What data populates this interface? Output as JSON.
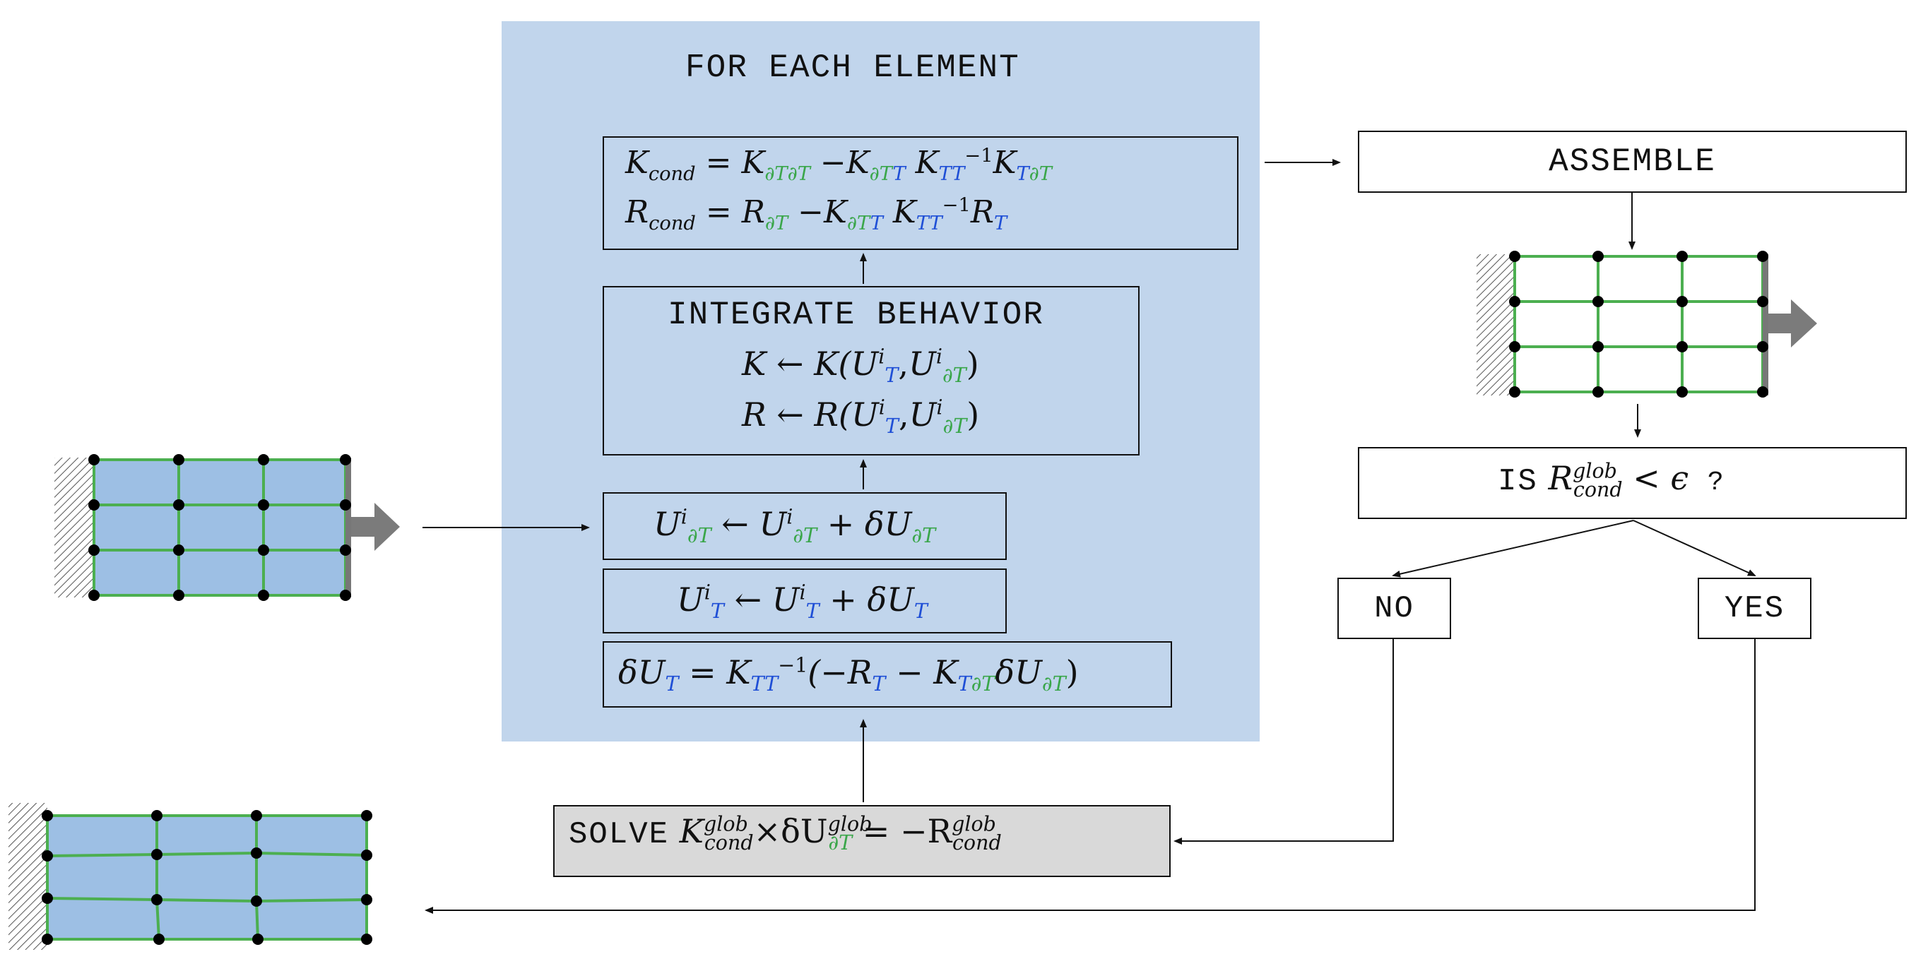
{
  "colors": {
    "panel": "#c1d5ec",
    "mesh_fill": "#9dbfe4",
    "mesh_line": "#4caf50",
    "blue_index": "#1f4fd6",
    "green_index": "#3aa64a",
    "solve_box": "#d9d9d9"
  },
  "panel": {
    "title": "FOR EACH ELEMENT"
  },
  "condense": {
    "K_lhs": "K",
    "K_lhs_sub": "cond",
    "eq": "=",
    "K1": "K",
    "K1_sub": "∂T∂T",
    "minus": "−",
    "K2": "K",
    "K2_sub_a": "∂T",
    "K2_sub_b": "T",
    "K3": "K",
    "K3_sub": "TT",
    "K3_sup": "−1",
    "K4": "K",
    "K4_sub_a": "T",
    "K4_sub_b": "∂T",
    "R_lhs": "R",
    "R_lhs_sub": "cond",
    "R1": "R",
    "R1_sub": "∂T",
    "R2": "R",
    "R2_sub": "T"
  },
  "integrate": {
    "title": "INTEGRATE BEHAVIOR",
    "line1_lhs": "K ← K(",
    "line2_lhs": "R ← R(",
    "U": "U",
    "sup_i": "i",
    "sub_T": "T",
    "sub_dT": "∂T",
    "comma": ",",
    "close": ")"
  },
  "update_dT": {
    "lhs": "U",
    "arrow": "← ",
    "plus": " + δU",
    "sub": "∂T",
    "sup": "i"
  },
  "update_T": {
    "lhs": "U",
    "arrow": "← ",
    "plus": " + δU",
    "sub": "T",
    "sup": "i"
  },
  "delta": {
    "lhs": "δU",
    "lhs_sub": "T",
    "eq": " = ",
    "K": "K",
    "K_sub": "TT",
    "K_sup": "−1",
    "open": "(−R",
    "R_sub": "T",
    "minus": " − K",
    "Ks_a": "T",
    "Ks_b": "∂T",
    "dU": "δU",
    "dU_sub": "∂T",
    "close": ")"
  },
  "solve": {
    "word": "SOLVE",
    "K": "K",
    "K_sup": "glob",
    "K_sub": "cond",
    "times": "×δU",
    "U_sup": "glob",
    "U_sub": "∂T",
    "eq": " = −R",
    "R_sup": "glob",
    "R_sub": "cond"
  },
  "assemble": {
    "label": "ASSEMBLE"
  },
  "convergence": {
    "word": "IS",
    "R": "R",
    "R_sup": "glob",
    "R_sub": "cond",
    "lt": "< ϵ",
    "q": "?"
  },
  "no": {
    "label": "NO"
  },
  "yes": {
    "label": "YES"
  },
  "mesh_left": {
    "rows": 3,
    "cols": 3
  },
  "mesh_right": {
    "rows": 3,
    "cols": 3
  },
  "mesh_bottom": {
    "rows": 3,
    "cols": 3
  }
}
